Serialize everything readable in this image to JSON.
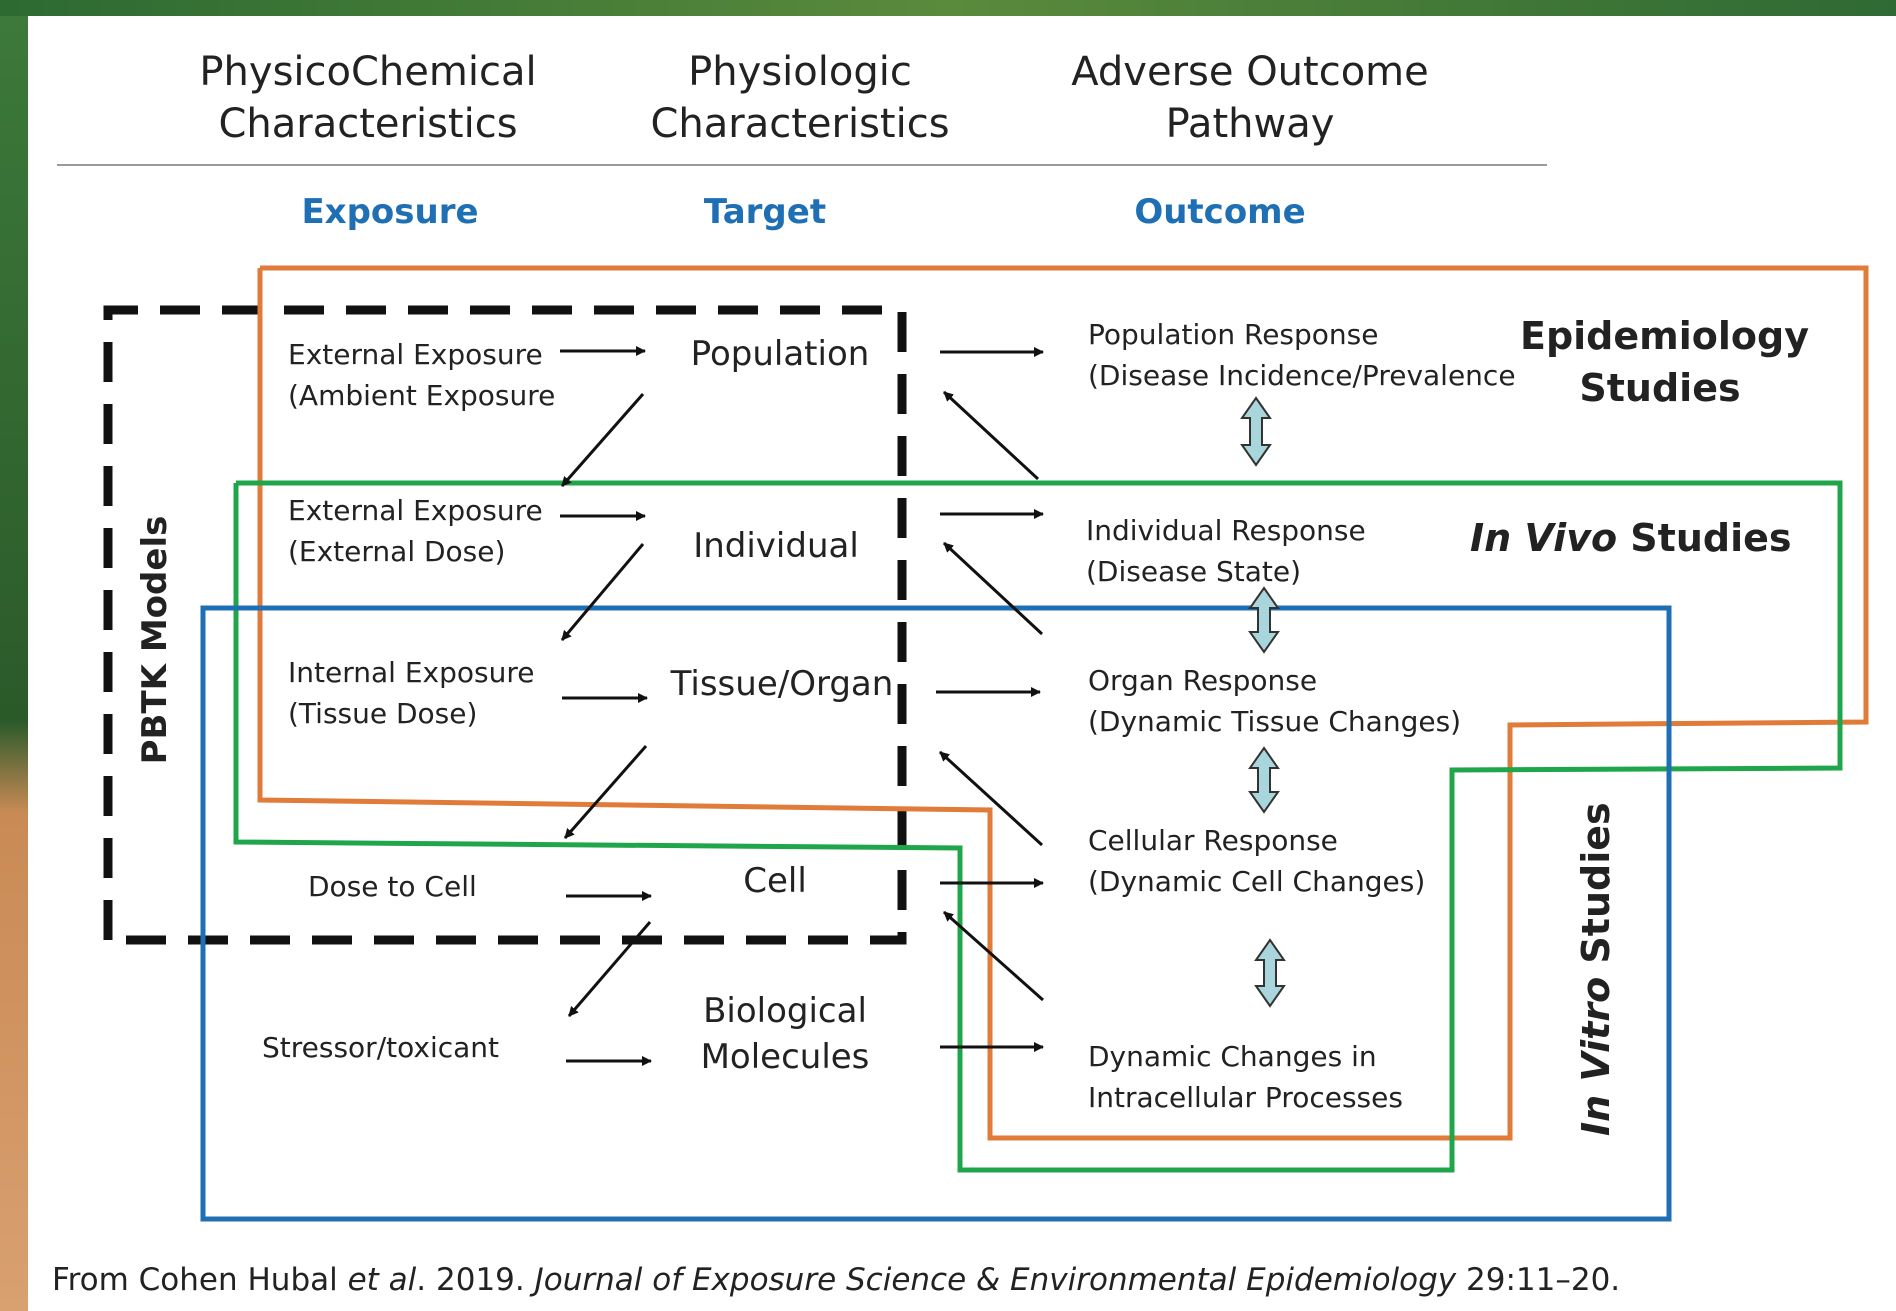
{
  "headers": {
    "physicochemical": "PhysicoChemical\nCharacteristics",
    "physiologic": "Physiologic\nCharacteristics",
    "aop": "Adverse Outcome\nPathway"
  },
  "subheaders": {
    "exposure": "Exposure",
    "target": "Target",
    "outcome": "Outcome"
  },
  "exposure_items": [
    {
      "line1": "External Exposure",
      "line2": "(Ambient Exposure"
    },
    {
      "line1": "External Exposure",
      "line2": "(External Dose)"
    },
    {
      "line1": "Internal Exposure",
      "line2": "(Tissue Dose)"
    },
    {
      "line1": "Dose to Cell",
      "line2": ""
    },
    {
      "line1": "Stressor/toxicant",
      "line2": ""
    }
  ],
  "targets": [
    "Population",
    "Individual",
    "Tissue/Organ",
    "Cell",
    "Biological\nMolecules"
  ],
  "outcomes": [
    {
      "line1": "Population Response",
      "line2": "(Disease Incidence/Prevalence"
    },
    {
      "line1": "Individual Response",
      "line2": "(Disease State)"
    },
    {
      "line1": "Organ Response",
      "line2": "(Dynamic Tissue Changes)"
    },
    {
      "line1": "Cellular Response",
      "line2": "(Dynamic Cell Changes)"
    },
    {
      "line1": "Dynamic Changes in",
      "line2": "Intracellular Processes"
    }
  ],
  "studies": {
    "epidemiology": "Epidemiology\nStudies",
    "in_vivo_italic": "In Vivo",
    "in_vivo_rest": " Studies",
    "in_vitro_italic": "In Vitro",
    "in_vitro_rest": " Studies",
    "pbtk": "PBTK Models"
  },
  "credit": {
    "prefix": "From Cohen Hubal ",
    "etal": "et al",
    "year": ". 2019. ",
    "journal": "Journal of Exposure Science & Environmental Epidemiology",
    "pages": " 29:11–20."
  },
  "colors": {
    "epidemiology_box": "#e07b39",
    "in_vivo_box": "#1fa54a",
    "in_vitro_box": "#1f6fb4",
    "subheader": "#1f6fb4",
    "pbtk_box": "#111111",
    "updown_arrow_fill": "#a9d6dc"
  }
}
